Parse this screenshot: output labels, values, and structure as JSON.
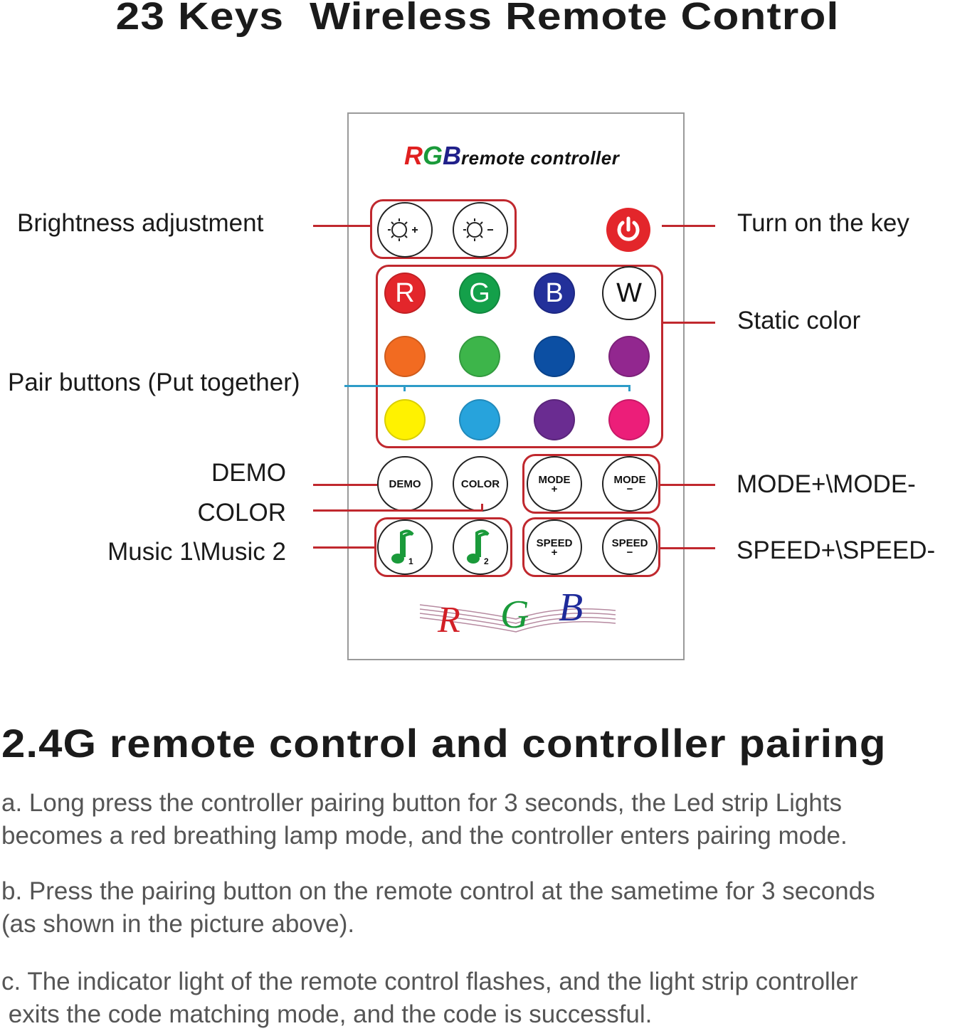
{
  "title": "23 Keys  Wireless Remote Control",
  "remote": {
    "brand": {
      "r": "R",
      "g": "G",
      "b": "B",
      "rest": "remote controller"
    },
    "colors": {
      "group_border": "#c0282e",
      "pair_line": "#2e9cc8",
      "power": "#e3262b"
    },
    "brightness_buttons": [
      {
        "icon": "brightness-up-icon",
        "sign": "+"
      },
      {
        "icon": "brightness-down-icon",
        "sign": "-"
      }
    ],
    "power_button": {
      "icon": "power-icon"
    },
    "static_color_rows": [
      [
        {
          "letter": "R",
          "color": "#e3262b"
        },
        {
          "letter": "G",
          "color": "#14a04a"
        },
        {
          "letter": "B",
          "color": "#23309a"
        },
        {
          "letter": "W",
          "color": "#ffffff"
        }
      ],
      [
        {
          "letter": "",
          "color": "#f26b21"
        },
        {
          "letter": "",
          "color": "#3db54a"
        },
        {
          "letter": "",
          "color": "#0c4fa3"
        },
        {
          "letter": "",
          "color": "#92278f"
        }
      ],
      [
        {
          "letter": "",
          "color": "#fff200"
        },
        {
          "letter": "",
          "color": "#27a3dc"
        },
        {
          "letter": "",
          "color": "#6a2c91"
        },
        {
          "letter": "",
          "color": "#ec1e79"
        }
      ]
    ],
    "function_buttons": {
      "demo": {
        "text": "DEMO",
        "sub": ""
      },
      "color": {
        "text": "COLOR",
        "sub": ""
      },
      "mode_plus": {
        "text": "MODE",
        "sub": "+"
      },
      "mode_minus": {
        "text": "MODE",
        "sub": "−"
      },
      "music1": {
        "num": "1",
        "note_color": "#1a9a3a"
      },
      "music2": {
        "num": "2",
        "note_color": "#1a9a3a"
      },
      "speed_plus": {
        "text": "SPEED",
        "sub": "+"
      },
      "speed_minus": {
        "text": "SPEED",
        "sub": "−"
      }
    },
    "footer_logo": {
      "r": "R",
      "g": "G",
      "b": "B"
    }
  },
  "callouts": {
    "brightness": "Brightness adjustment",
    "pair": "Pair buttons (Put together)",
    "demo": "DEMO",
    "color": "COLOR",
    "music": "Music 1\\Music 2",
    "power": "Turn on the key",
    "static": "Static color",
    "mode": "MODE+\\MODE-",
    "speed": "SPEED+\\SPEED-"
  },
  "pairing": {
    "heading": "2.4G remote control and controller pairing",
    "steps": [
      {
        "line1": "a. Long press the controller pairing button for 3 seconds,  the Led strip Lights",
        "line2": "becomes a red breathing lamp mode, and the controller enters pairing mode."
      },
      {
        "line1": "b. Press the pairing button on the remote control at the sametime for 3 seconds",
        "line2": "(as shown in the picture above)."
      },
      {
        "line1": "c. The indicator light of the remote control flashes, and the light strip controller",
        "line2": " exits the code matching mode, and the code is successful."
      }
    ]
  }
}
